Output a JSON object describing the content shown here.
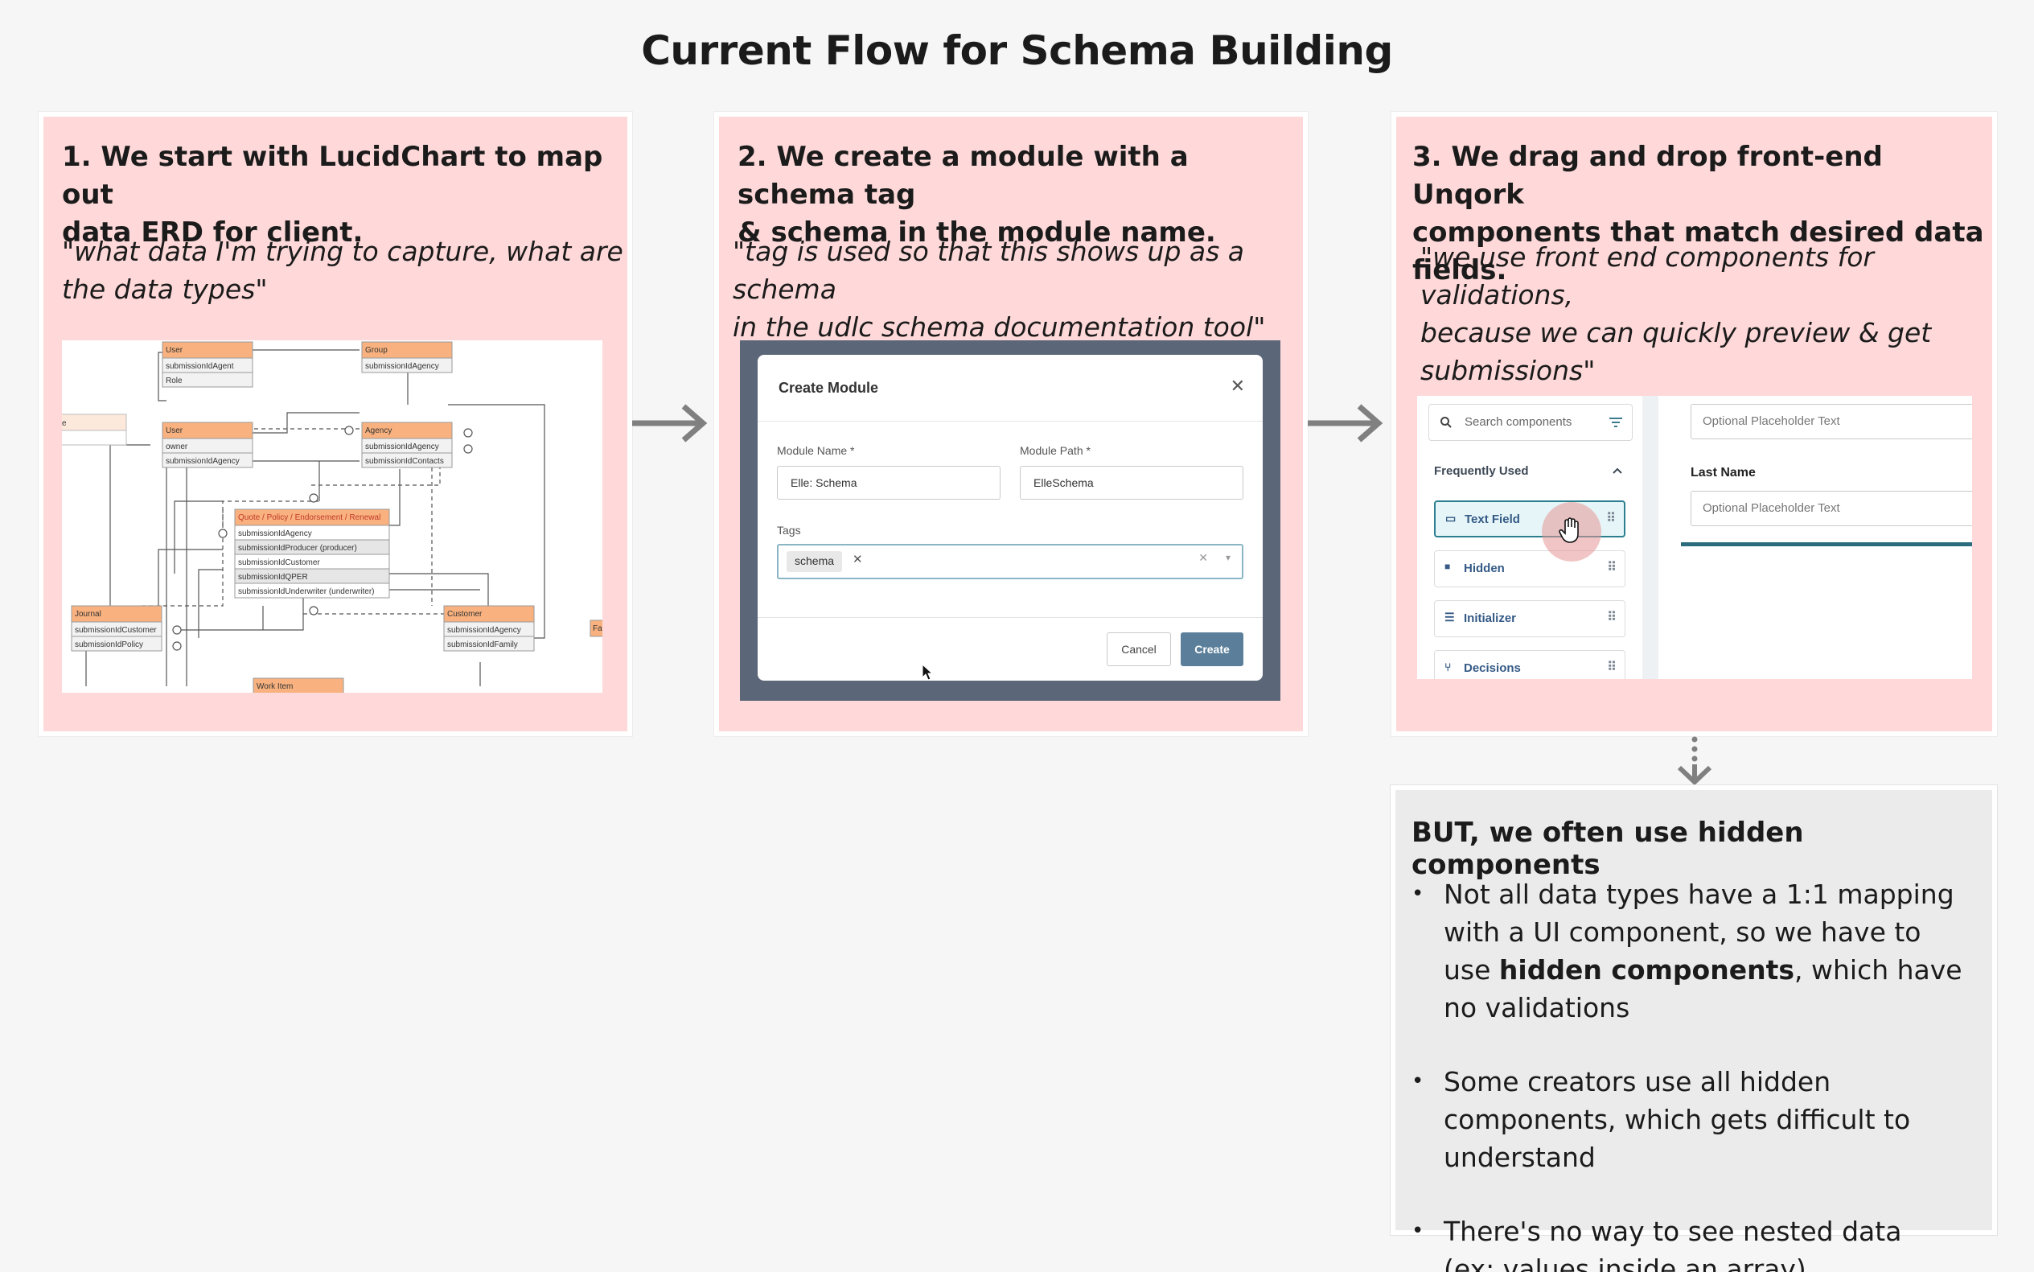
{
  "title": "Current Flow for Schema Building",
  "steps": [
    {
      "heading_line1": "1. We start with LucidChart to map out",
      "heading_line2": "data ERD for client.",
      "quote_line1": "\"what data I'm trying to capture, what are",
      "quote_line2": "the data types\""
    },
    {
      "heading_line1": "2. We create a module with a schema tag",
      "heading_line2": "& schema in the module name.",
      "quote_line1": "\"tag is used so that this shows up as a schema",
      "quote_line2": "in the udlc schema documentation tool\""
    },
    {
      "heading_line1": "3. We drag and drop front-end Unqork",
      "heading_line2": "components that match desired data fields.",
      "quote_line1": "\"we use front end components for validations,",
      "quote_line2": "because we can quickly preview & get",
      "quote_line3": "submissions\""
    }
  ],
  "erd": {
    "entities": {
      "user_top": "User",
      "user_top_f1": "submissionIdAgent",
      "user_top_f2": "Role",
      "group": "Group",
      "group_f1": "submissionIdAgency",
      "user_mid": "User",
      "user_mid_f1": "owner",
      "user_mid_f2": "submissionIdAgency",
      "agency": "Agency",
      "agency_f1": "submissionIdAgency",
      "agency_f2": "submissionIdContacts",
      "quote": "Quote / Policy / Endorsement / Renewal",
      "quote_f1": "submissionIdAgency",
      "quote_f2": "submissionIdProducer (producer)",
      "quote_f3": "submissionIdCustomer",
      "quote_f4": "submissionIdQPER",
      "quote_f5": "submissionIdUnderwriter (underwriter)",
      "journal": "Journal",
      "journal_f1": "submissionIdCustomer",
      "journal_f2": "submissionIdPolicy",
      "customer": "Customer",
      "customer_f1": "submissionIdAgency",
      "customer_f2": "submissionIdFamily",
      "work_item": "Work Item",
      "left_cut": "e",
      "right_cut": "Fa"
    }
  },
  "create_module": {
    "dialog_title": "Create Module",
    "close_glyph": "✕",
    "module_name_label": "Module Name *",
    "module_name_value": "Elle: Schema",
    "module_path_label": "Module Path *",
    "module_path_value": "ElleSchema",
    "tags_label": "Tags",
    "tag_value": "schema",
    "tag_remove_glyph": "✕",
    "clear_glyph": "✕",
    "caret_glyph": "▾",
    "cancel_label": "Cancel",
    "create_label": "Create"
  },
  "builder": {
    "search_placeholder": "Search components",
    "search_icon": "search-icon",
    "filter_icon": "filter-icon",
    "section_label": "Frequently Used",
    "items": [
      {
        "label": "Text Field",
        "icon": "text-field-icon",
        "glyph": "▭"
      },
      {
        "label": "Hidden",
        "icon": "lock-icon",
        "glyph": "🔒"
      },
      {
        "label": "Initializer",
        "icon": "list-icon",
        "glyph": "☰"
      },
      {
        "label": "Decisions",
        "icon": "tree-icon",
        "glyph": "⑂"
      }
    ],
    "field_placeholder_1": "Optional Placeholder Text",
    "last_name_label": "Last Name",
    "field_placeholder_2": "Optional Placeholder Text"
  },
  "but_box": {
    "heading": "BUT, we often use hidden components",
    "bullet1_a": "Not all data types have a 1:1 mapping with a UI component, so we have to use ",
    "bullet1_b": "hidden components",
    "bullet1_c": ", which have no validations",
    "bullet2": "Some creators use all hidden components, which gets difficult to understand",
    "bullet3_a": "There's no way to see nested data",
    "bullet3_b": "(ex: values inside an array)"
  },
  "colors": {
    "card_bg": "#ffd9d9",
    "arrow": "#808080",
    "erd_header": "#f9b27f",
    "create_button": "#5b7f9a"
  }
}
